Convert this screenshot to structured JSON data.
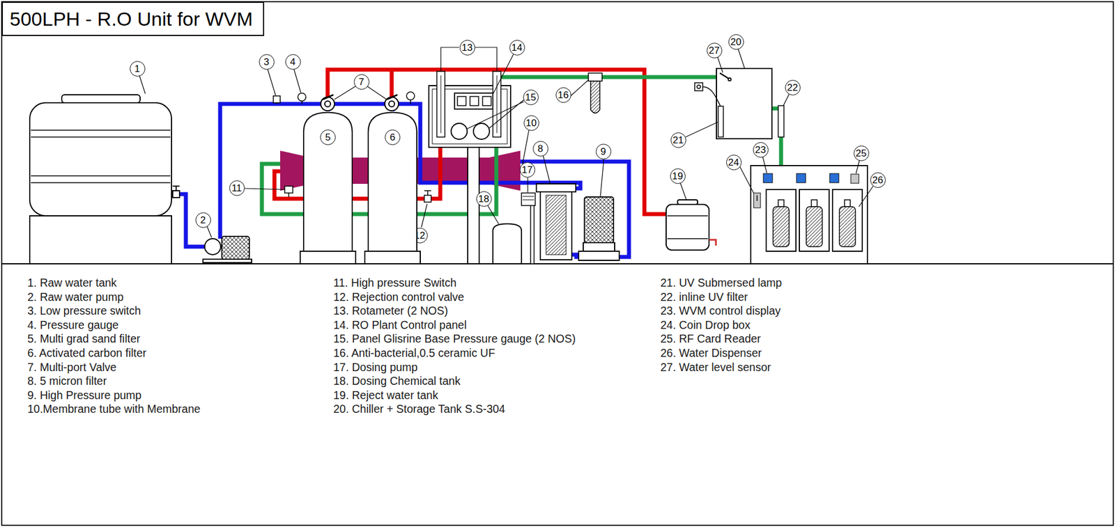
{
  "diagram": {
    "title": "500LPH - R.O Unit for WVM",
    "nodes": [
      {
        "text": [
          "5"
        ]
      },
      {
        "text": [
          "6"
        ]
      }
    ],
    "edges": [
      {
        "from": 0,
        "to": 1,
        "arrow": "none"
      }
    ],
    "labels": [
      "1",
      "2",
      "3",
      "4",
      "7",
      "13",
      "14",
      "15",
      "16",
      "20",
      "27",
      "21",
      "22",
      "10",
      "11",
      "8",
      "9",
      "17",
      "18",
      "12",
      "19",
      "23",
      "24",
      "25",
      "26",
      "1. Raw water tank",
      "2. Raw water pump",
      "3. Low pressure switch",
      "4. Pressure gauge",
      "5. Multi grad sand filter",
      "6. Activated carbon filter",
      "7. Multi-port Valve",
      "8. 5 micron filter",
      "9. High Pressure pump",
      "10.Membrane tube with Membrane",
      "11. High pressure Switch",
      "12. Rejection control valve",
      "13. Rotameter (2 NOS)",
      "14. RO Plant Control panel",
      "15. Panel Glisrine Base Pressure gauge (2 NOS)",
      "16. Anti-bacterial,0.5 ceramic UF",
      "17. Dosing pump",
      "18. Dosing Chemical tank",
      "19. Reject water tank",
      "20. Chiller + Storage Tank S.S-304",
      "21. UV Submersed lamp",
      "22. inline UV filter",
      "23. WVM control display",
      "24. Coin Drop box",
      "25. RF Card Reader",
      "26. Water Dispenser",
      "27. Water level sensor"
    ]
  }
}
